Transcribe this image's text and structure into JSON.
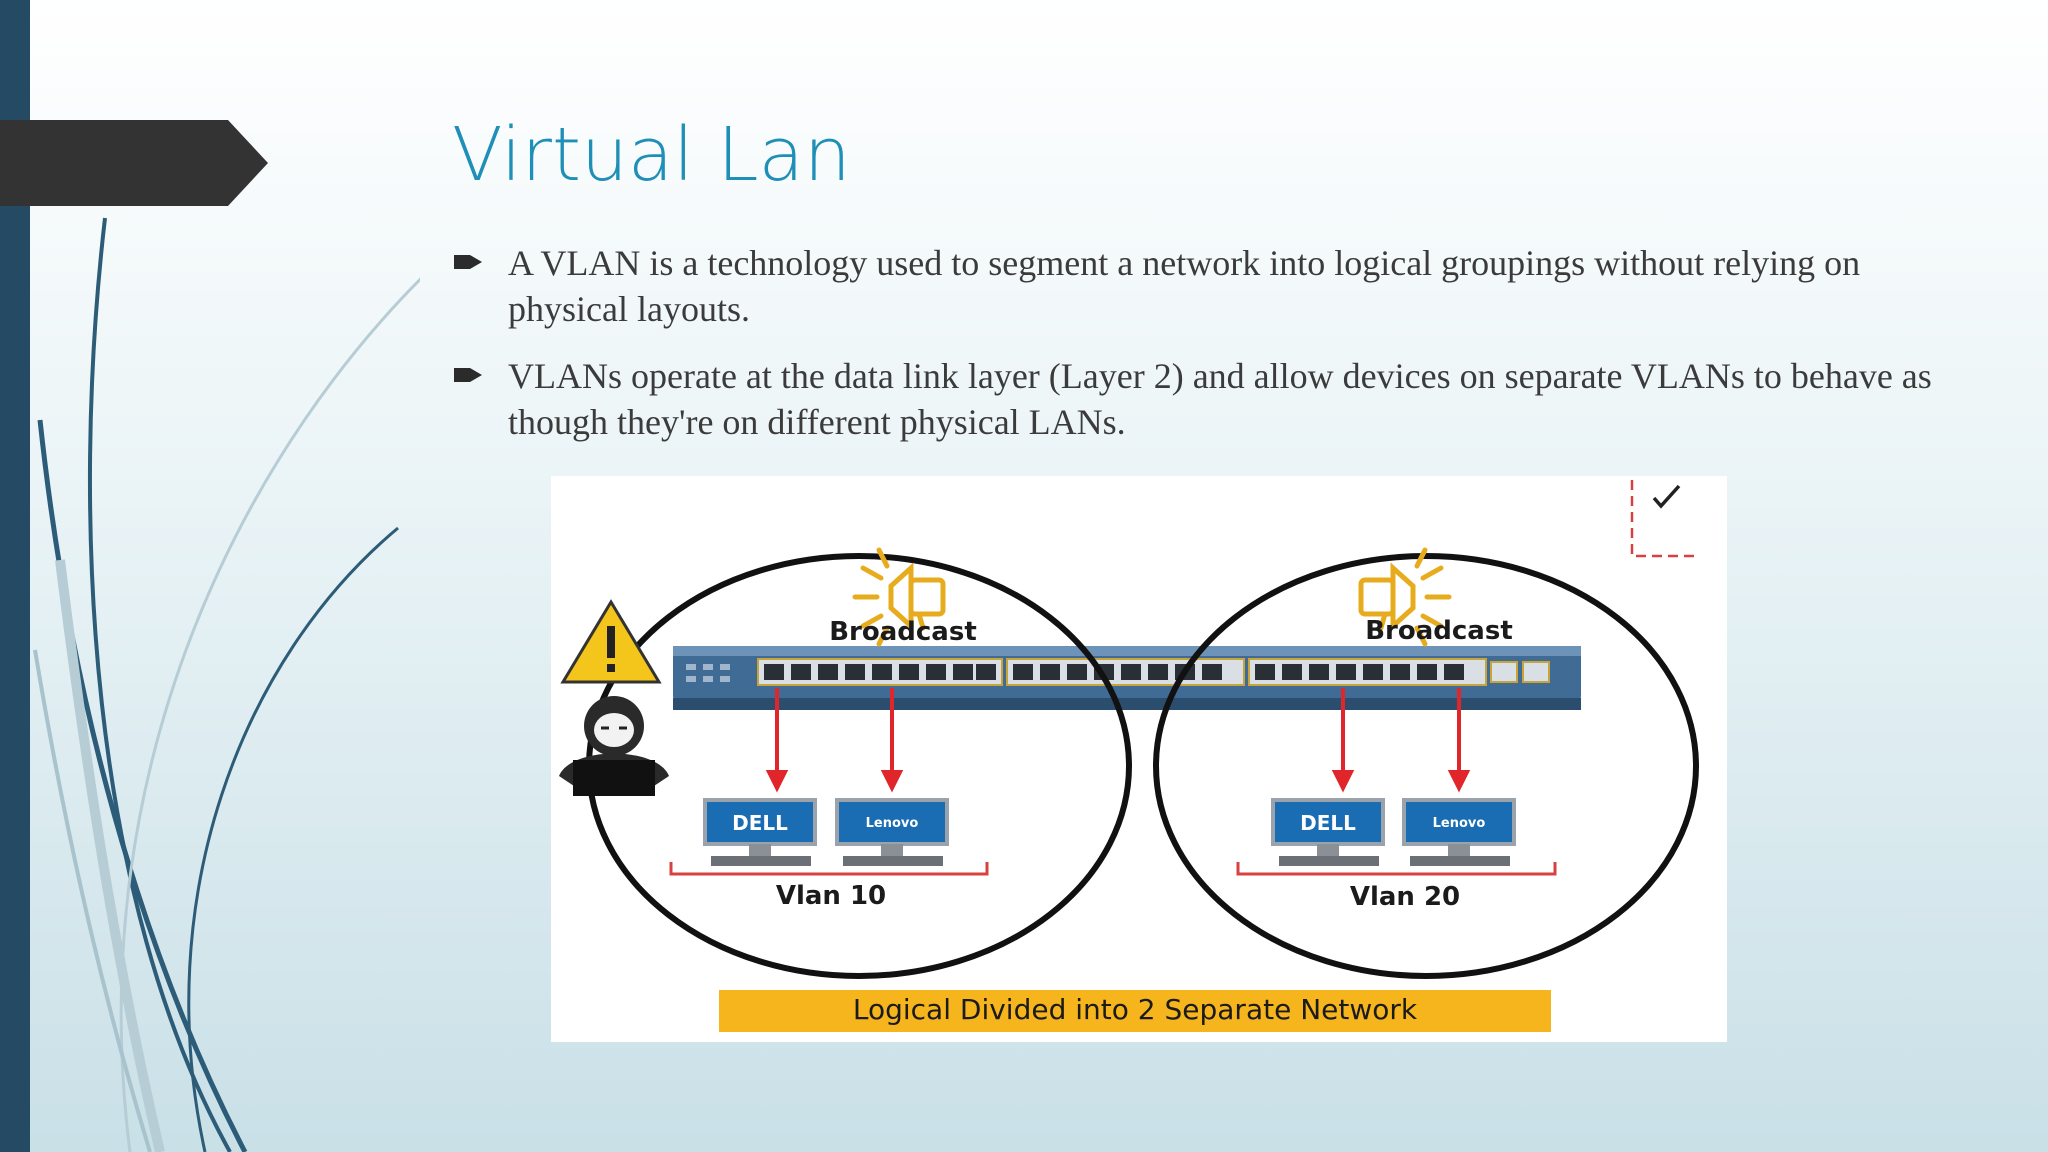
{
  "slide": {
    "title": "Virtual Lan",
    "bullets": [
      "A VLAN is a technology used to segment a network into logical groupings without relying on physical layouts.",
      "VLANs operate at the data link layer (Layer 2) and allow devices on separate VLANs to behave as though they're on different physical LANs."
    ]
  },
  "diagram": {
    "broadcast_left": "Broadcast",
    "broadcast_right": "Broadcast",
    "vlan_left": "Vlan 10",
    "vlan_right": "Vlan 20",
    "pc_brand_1": "DELL",
    "pc_brand_2": "Lenovo",
    "pc_brand_3": "DELL",
    "pc_brand_4": "Lenovo",
    "caption": "Logical Divided into 2 Separate Network"
  },
  "colors": {
    "title": "#1f8fb7",
    "left_bar": "#254a63",
    "pointer_tab": "#333333",
    "switch_body": "#3f6b95",
    "arrow_red": "#e0262a",
    "caption_bg": "#f6b41d",
    "warning_yellow": "#f4c51a",
    "broadcast_gold": "#e7ac1e"
  }
}
